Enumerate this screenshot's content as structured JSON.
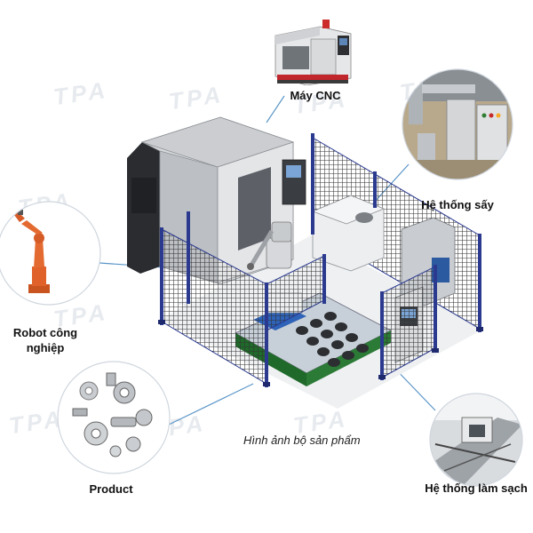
{
  "watermark": "TPA",
  "labels": {
    "cnc": "Máy CNC",
    "dryer": "Hệ thống sấy",
    "robot": "Robot công nghiệp",
    "product": "Product",
    "cleaning": "Hệ thống làm sạch",
    "caption": "Hình ảnh bộ sản phẩm"
  },
  "colors": {
    "frame": "#2b3a8f",
    "mesh": "#3a3a3a",
    "machine": "#e2e4e6",
    "robot": "#e0622a",
    "connector": "#5a95c8"
  }
}
